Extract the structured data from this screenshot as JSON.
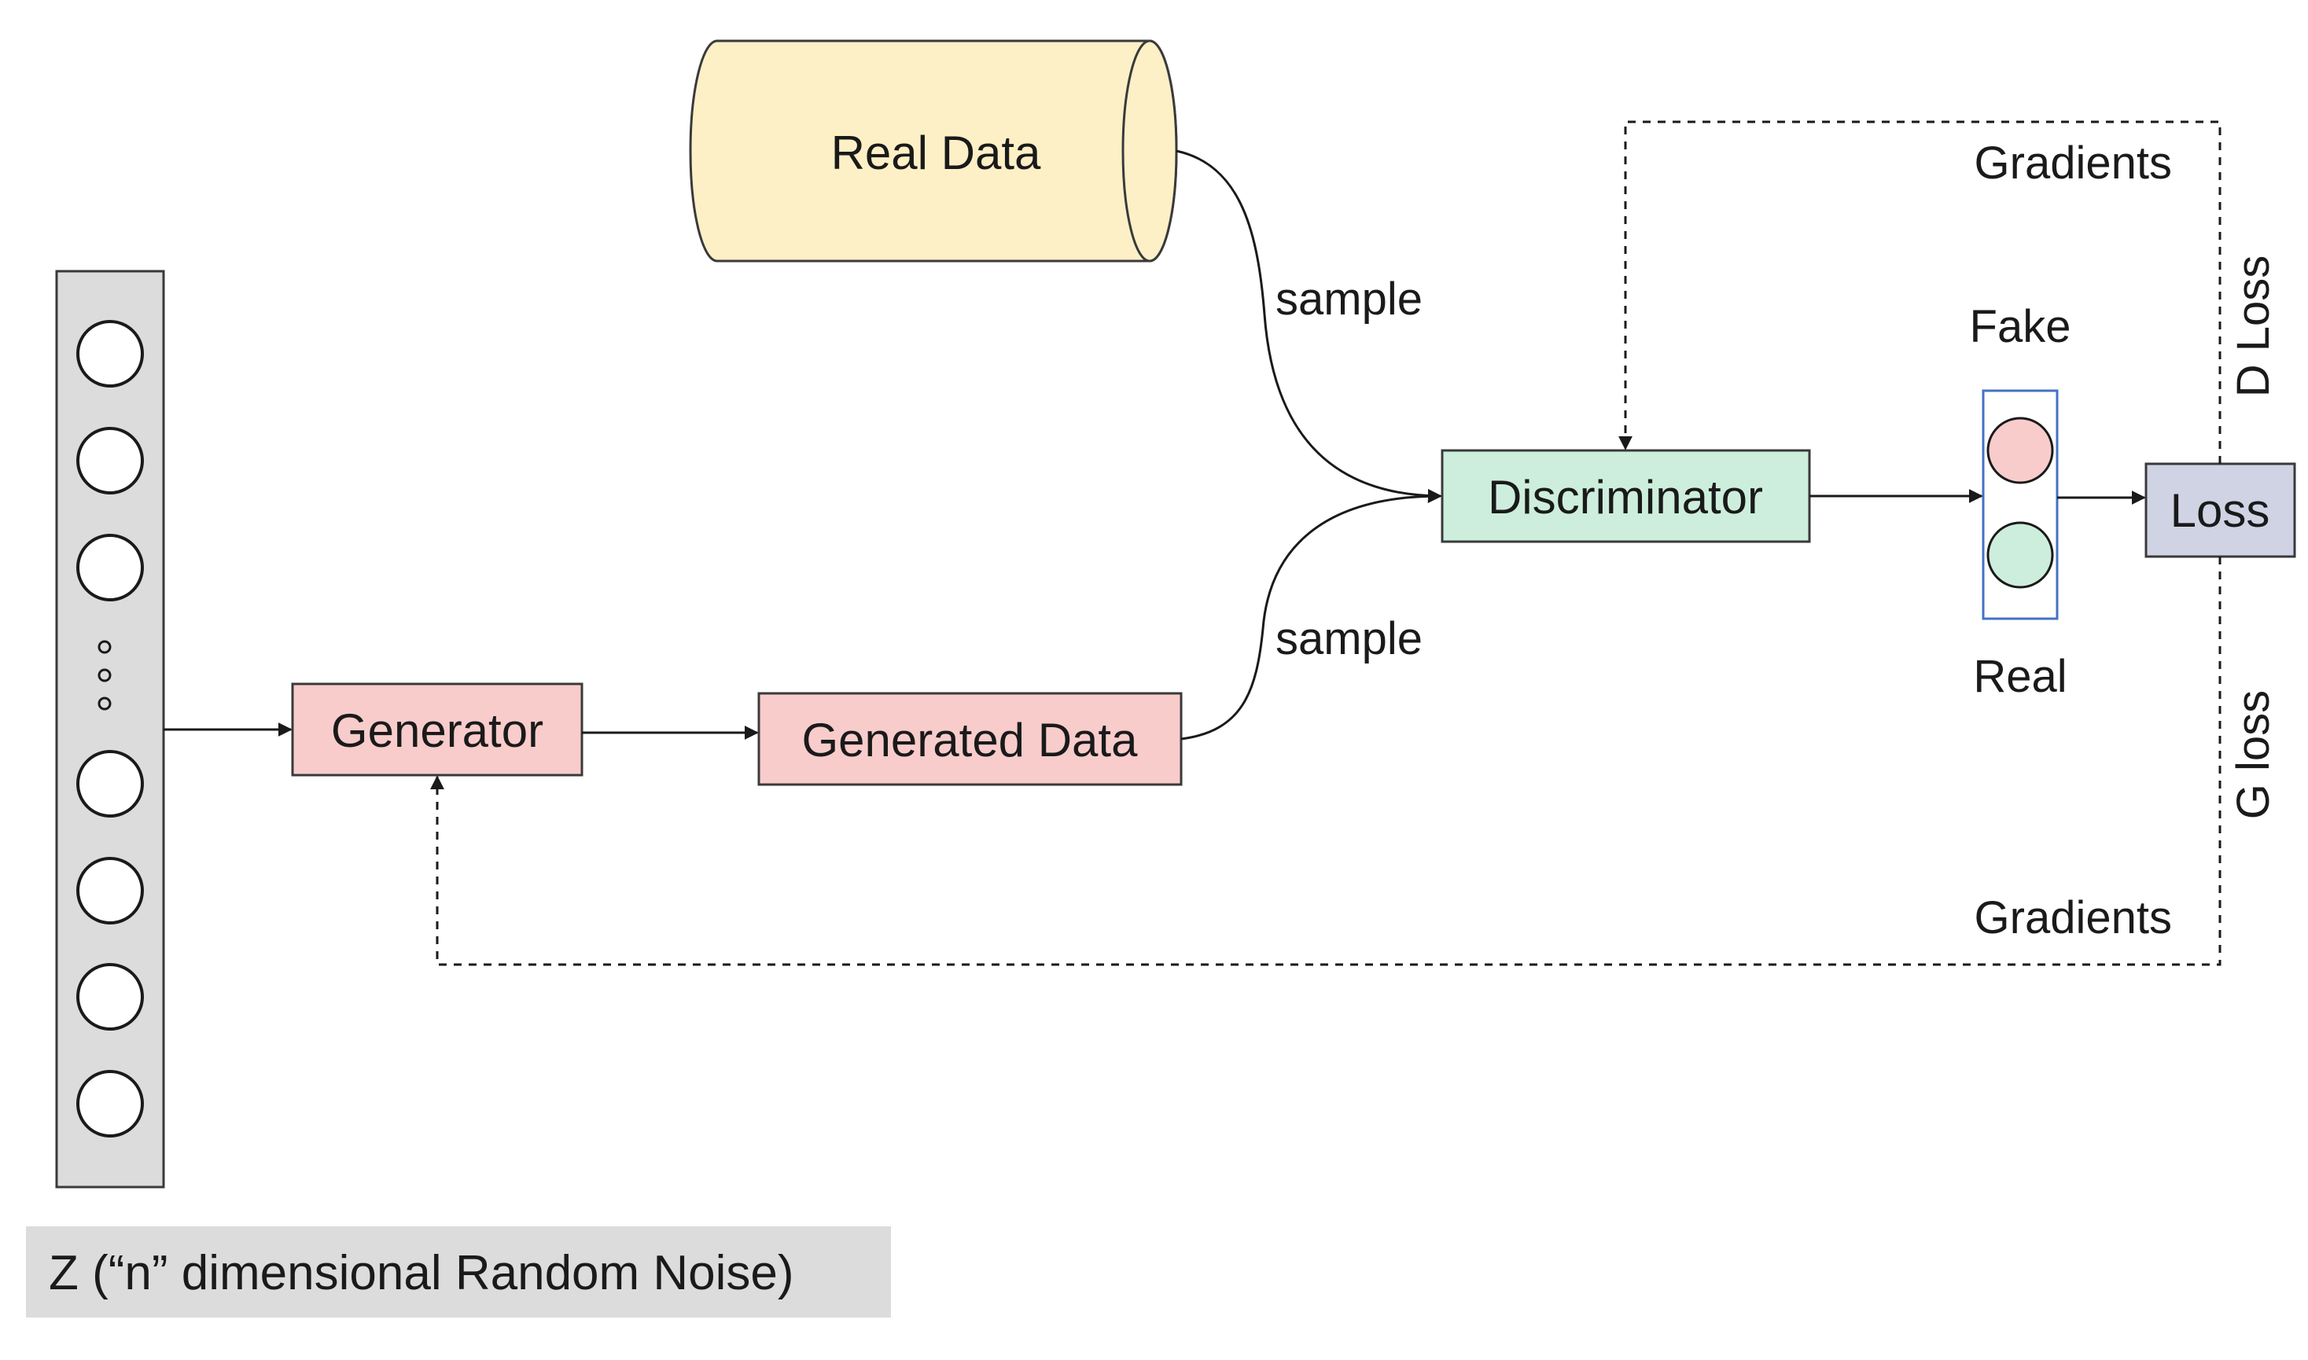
{
  "nodes": {
    "real_data": "Real Data",
    "generator": "Generator",
    "generated_data": "Generated Data",
    "discriminator": "Discriminator",
    "loss": "Loss"
  },
  "noise": {
    "caption": "Z (“n” dimensional Random Noise)",
    "ellipsis": "⋮"
  },
  "edges": {
    "sample_real": "sample",
    "sample_generated": "sample"
  },
  "classifier": {
    "fake": "Fake",
    "real": "Real"
  },
  "feedback": {
    "gradients_top": "Gradients",
    "gradients_bottom": "Gradients",
    "d_loss": "D Loss",
    "g_loss": "G loss"
  },
  "colors": {
    "real_data_fill": "#fdf0c6",
    "pink_fill": "#f9cccc",
    "discriminator_fill": "#cdeedc",
    "loss_fill": "#d0d3e4",
    "noise_column_fill": "#dcdcdc",
    "caption_fill": "#dcdcdc",
    "fake_light": "#f9cccc",
    "real_light": "#cdeedc",
    "light_frame": "#4472c4"
  }
}
